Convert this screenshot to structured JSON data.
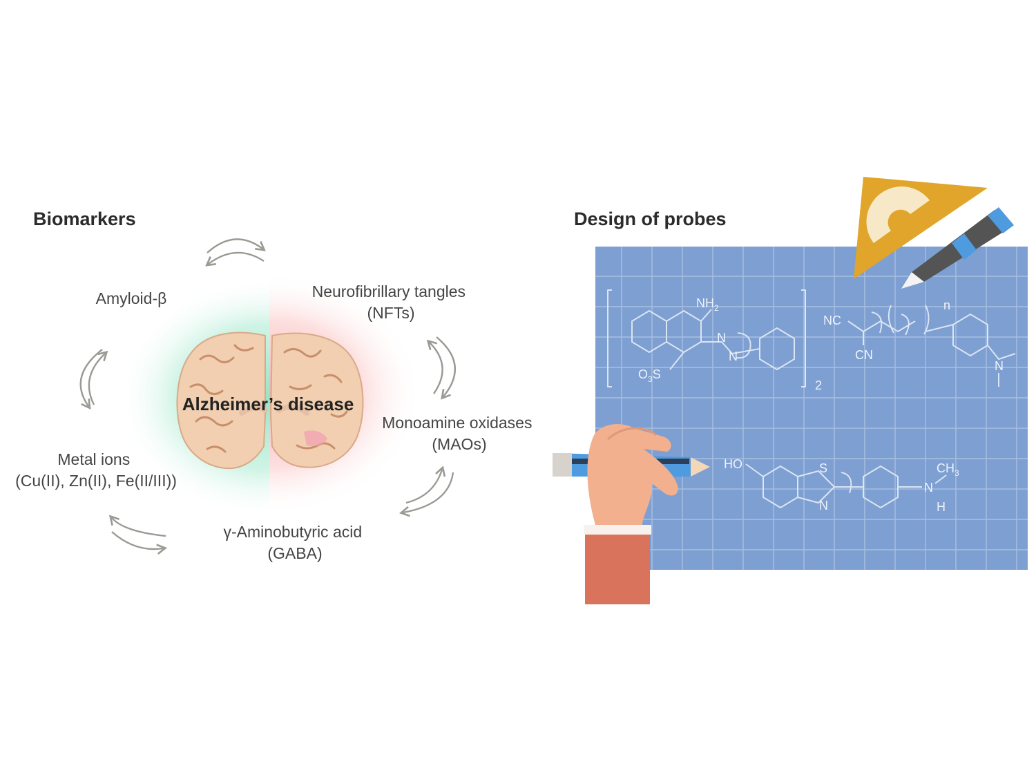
{
  "biomarkers": {
    "heading": "Biomarkers",
    "center": "Alzheimer’s disease",
    "items": {
      "amyloid": [
        "Amyloid-β"
      ],
      "nft": [
        "Neurofibrillary tangles",
        "(NFTs)"
      ],
      "mao": [
        "Monoamine oxidases",
        "(MAOs)"
      ],
      "gaba": [
        "γ-Aminobutyric acid",
        "(GABA)"
      ],
      "metal": [
        "Metal ions",
        "(Cu(II), Zn(II), Fe(II/III))"
      ]
    }
  },
  "design": {
    "heading": "Design of probes",
    "probe1": {
      "nh2": "NH",
      "nh2_sub": "2",
      "n_a": "N",
      "n_b": "N",
      "o3s": "O",
      "o3s_sub": "3",
      "o3s_s": "S",
      "repeat": "2"
    },
    "probe2": {
      "nc": "NC",
      "cn": "CN",
      "n_index": "n",
      "amine_n": "N"
    },
    "probe3": {
      "ho": "HO",
      "s": "S",
      "n": "N",
      "ch3": "CH",
      "ch3_sub": "3",
      "nh_n": "N",
      "nh_h": "H"
    }
  },
  "colors": {
    "left_glow": "#8fe0bd",
    "right_glow": "#f8a9aa",
    "brain": "#f1cfb0",
    "board": "#7e9fd1",
    "set_square": "#e0a52a",
    "pencil": "#4f9be0",
    "sleeve": "#d9735c",
    "skin": "#f2b08f"
  }
}
